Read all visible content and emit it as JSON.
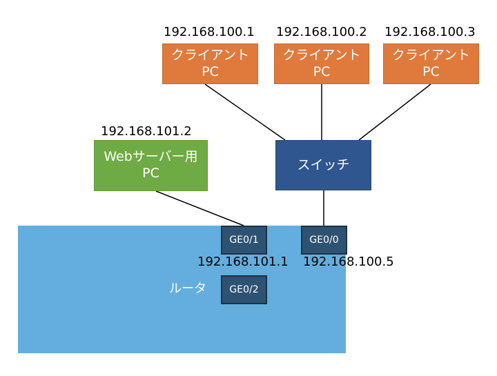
{
  "clients": [
    {
      "ip": "192.168.100.1",
      "line1": "クライアント",
      "line2": "PC"
    },
    {
      "ip": "192.168.100.2",
      "line1": "クライアント",
      "line2": "PC"
    },
    {
      "ip": "192.168.100.3",
      "line1": "クライアント",
      "line2": "PC"
    }
  ],
  "web_server": {
    "ip": "192.168.101.2",
    "line1": "Webサーバー用",
    "line2": "PC"
  },
  "switch": {
    "label": "スイッチ"
  },
  "router": {
    "label": "ルータ",
    "ports": {
      "ge01": {
        "label": "GE0/1",
        "ip": "192.168.101.1"
      },
      "ge00": {
        "label": "GE0/0",
        "ip": "192.168.100.5"
      },
      "ge02": {
        "label": "GE0/2"
      }
    }
  },
  "colors": {
    "client": "#e07a3c",
    "web_server": "#6fab44",
    "switch": "#30568f",
    "router": "#63aede",
    "port": "#2e5271"
  }
}
